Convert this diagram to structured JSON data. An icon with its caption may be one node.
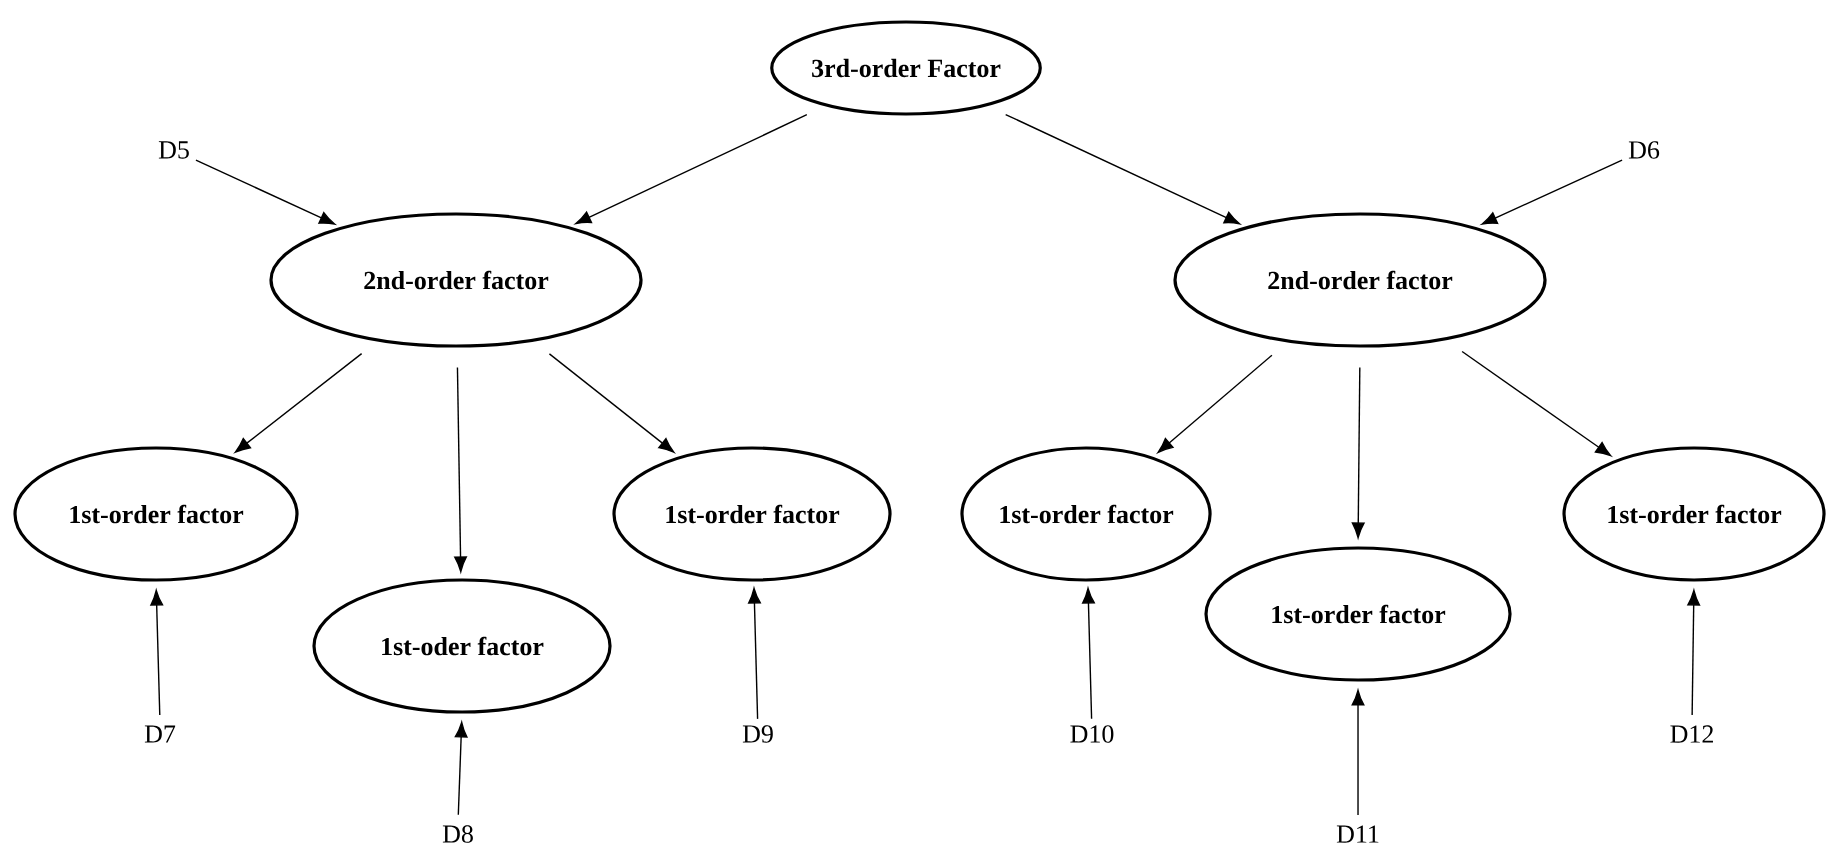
{
  "diagram": {
    "nodes": [
      {
        "text": [
          "3rd-order Factor"
        ]
      },
      {
        "text": [
          "2nd-order factor"
        ]
      },
      {
        "text": [
          "2nd-order factor"
        ]
      },
      {
        "text": [
          "1st-order factor"
        ]
      },
      {
        "text": [
          "1st-oder factor"
        ]
      },
      {
        "text": [
          "1st-order factor"
        ]
      },
      {
        "text": [
          "1st-order factor"
        ]
      },
      {
        "text": [
          "1st-order factor"
        ]
      },
      {
        "text": [
          "1st-order factor"
        ]
      },
      {
        "text": [
          "D5"
        ]
      },
      {
        "text": [
          "D6"
        ]
      },
      {
        "text": [
          "D7"
        ]
      },
      {
        "text": [
          "D8"
        ]
      },
      {
        "text": [
          "D9"
        ]
      },
      {
        "text": [
          "D10"
        ]
      },
      {
        "text": [
          "D11"
        ]
      },
      {
        "text": [
          "D12"
        ]
      }
    ],
    "edges": [
      {
        "from": 0,
        "to": 1,
        "arrow": "to"
      },
      {
        "from": 0,
        "to": 2,
        "arrow": "to"
      },
      {
        "from": 1,
        "to": 3,
        "arrow": "to"
      },
      {
        "from": 1,
        "to": 4,
        "arrow": "to"
      },
      {
        "from": 1,
        "to": 5,
        "arrow": "to"
      },
      {
        "from": 2,
        "to": 6,
        "arrow": "to"
      },
      {
        "from": 2,
        "to": 7,
        "arrow": "to"
      },
      {
        "from": 2,
        "to": 8,
        "arrow": "to"
      },
      {
        "from": 9,
        "to": 1,
        "arrow": "to"
      },
      {
        "from": 10,
        "to": 2,
        "arrow": "to"
      },
      {
        "from": 11,
        "to": 3,
        "arrow": "to"
      },
      {
        "from": 12,
        "to": 4,
        "arrow": "to"
      },
      {
        "from": 13,
        "to": 5,
        "arrow": "to"
      },
      {
        "from": 14,
        "to": 6,
        "arrow": "to"
      },
      {
        "from": 15,
        "to": 7,
        "arrow": "to"
      },
      {
        "from": 16,
        "to": 8,
        "arrow": "to"
      }
    ]
  }
}
